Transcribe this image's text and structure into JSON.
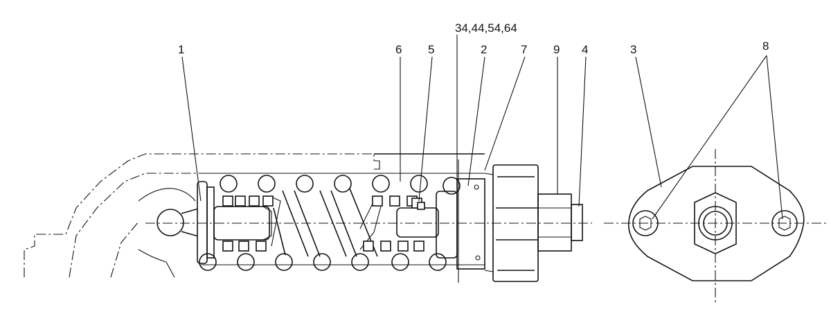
{
  "callouts": [
    {
      "id": "1",
      "label": "1"
    },
    {
      "id": "group",
      "label": "34,44,54,64"
    },
    {
      "id": "6",
      "label": "6"
    },
    {
      "id": "5",
      "label": "5"
    },
    {
      "id": "2",
      "label": "2"
    },
    {
      "id": "7",
      "label": "7"
    },
    {
      "id": "9",
      "label": "9"
    },
    {
      "id": "4",
      "label": "4"
    },
    {
      "id": "3",
      "label": "3"
    },
    {
      "id": "8",
      "label": "8"
    }
  ]
}
